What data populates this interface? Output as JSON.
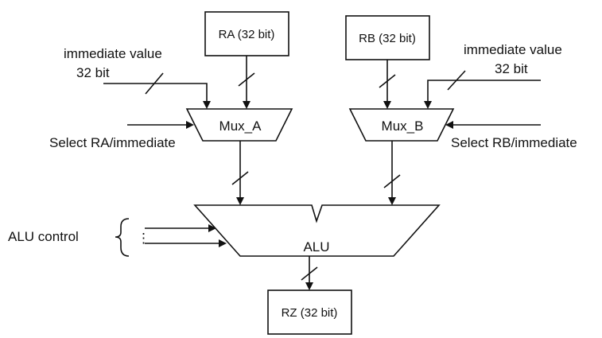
{
  "registers": {
    "ra": "RA (32 bit)",
    "rb": "RB (32 bit)",
    "rz": "RZ (32 bit)"
  },
  "immediate_left": {
    "line1": "immediate value",
    "line2": "32 bit"
  },
  "immediate_right": {
    "line1": "immediate value",
    "line2": "32 bit"
  },
  "mux_a": {
    "label": "Mux_A",
    "select": "Select RA/immediate"
  },
  "mux_b": {
    "label": "Mux_B",
    "select": "Select RB/immediate"
  },
  "alu": {
    "label": "ALU",
    "control": "ALU control",
    "control_dots": "⋮"
  }
}
